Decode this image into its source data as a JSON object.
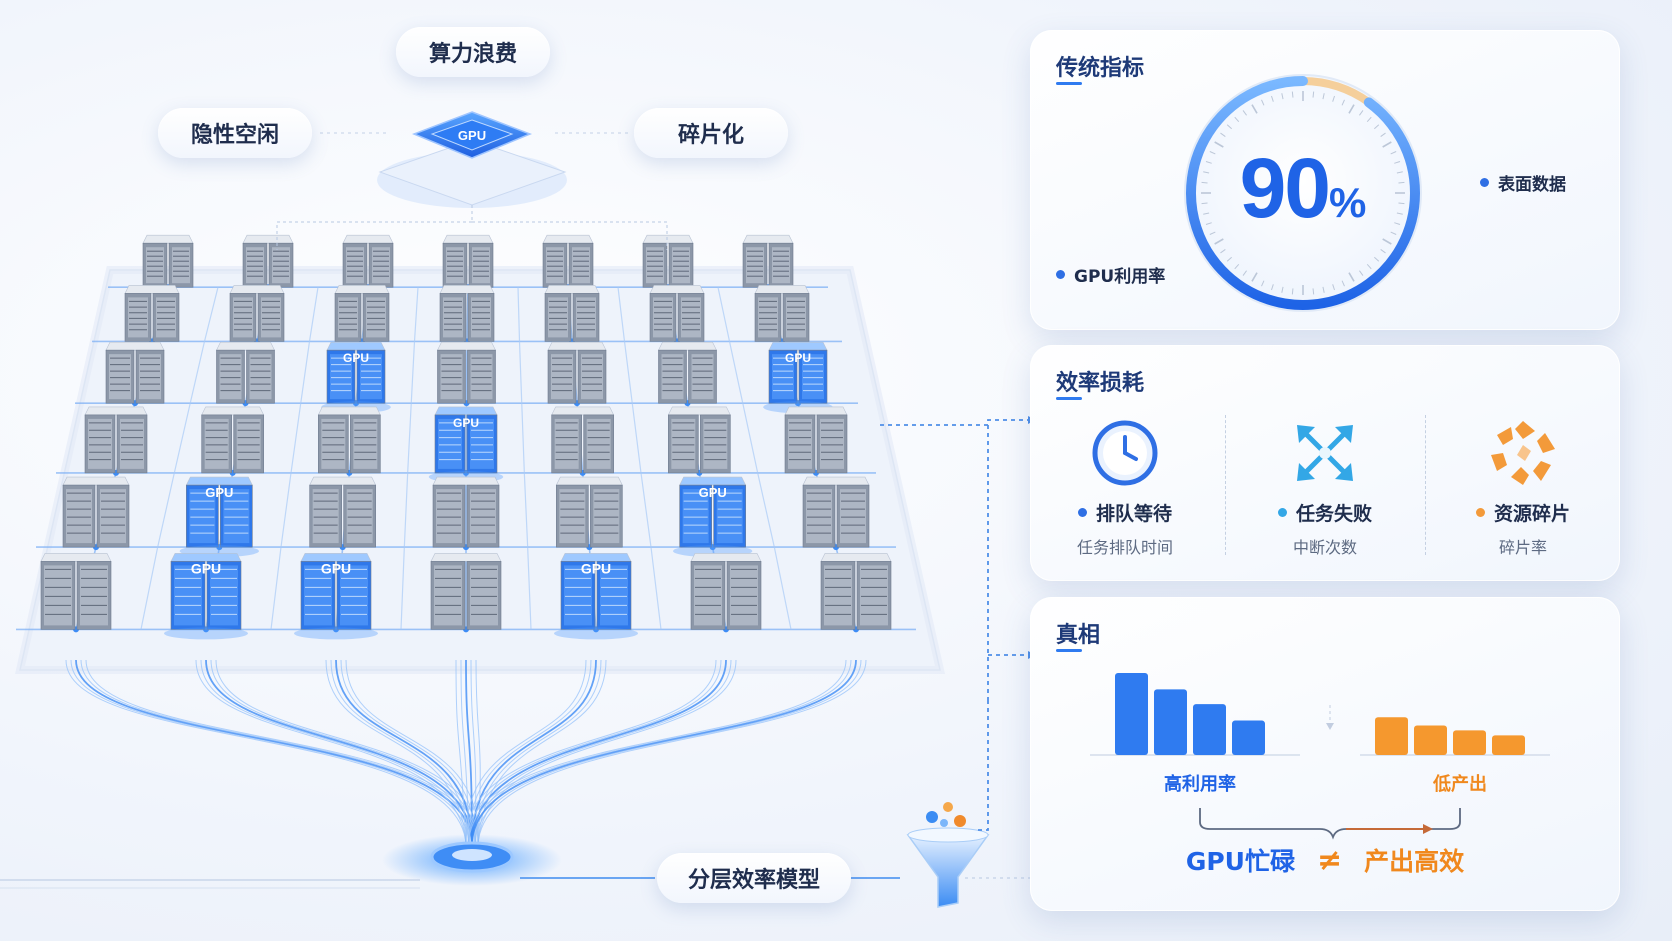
{
  "diagram": {
    "top_labels": {
      "waste": "算力浪费",
      "idle": "隐性空闲",
      "fragment": "碎片化"
    },
    "chip_label": "GPU",
    "rack_label": "GPU",
    "model_label": "分层效率模型"
  },
  "traditional": {
    "title": "传统指标",
    "value": "90",
    "unit": "%",
    "fraction": 0.9,
    "legend_surface": "表面数据",
    "legend_gpu": "GPU利用率"
  },
  "loss": {
    "title": "效率损耗",
    "items": [
      {
        "title": "排队等待",
        "sub": "任务排队时间",
        "color": "#2f6fe4"
      },
      {
        "title": "任务失败",
        "sub": "中断次数",
        "color": "#33a7e6"
      },
      {
        "title": "资源碎片",
        "sub": "碎片率",
        "color": "#f39a3a"
      }
    ]
  },
  "truth": {
    "title": "真相",
    "high_label": "高利用率",
    "low_label": "低产出",
    "busy": "GPU忙碌",
    "neq": "≠",
    "output": "产出高效"
  },
  "colors": {
    "blue": "#2f7bf0",
    "orange": "#f5982e",
    "navy": "#1e3a78"
  },
  "chart_data": [
    {
      "type": "bar",
      "title": "",
      "xlabel": "高利用率",
      "series": [
        {
          "values": [
            100,
            80,
            62,
            42
          ]
        }
      ]
    },
    {
      "type": "bar",
      "title": "",
      "xlabel": "低产出",
      "series": [
        {
          "values": [
            46,
            36,
            30,
            24
          ]
        }
      ]
    }
  ]
}
